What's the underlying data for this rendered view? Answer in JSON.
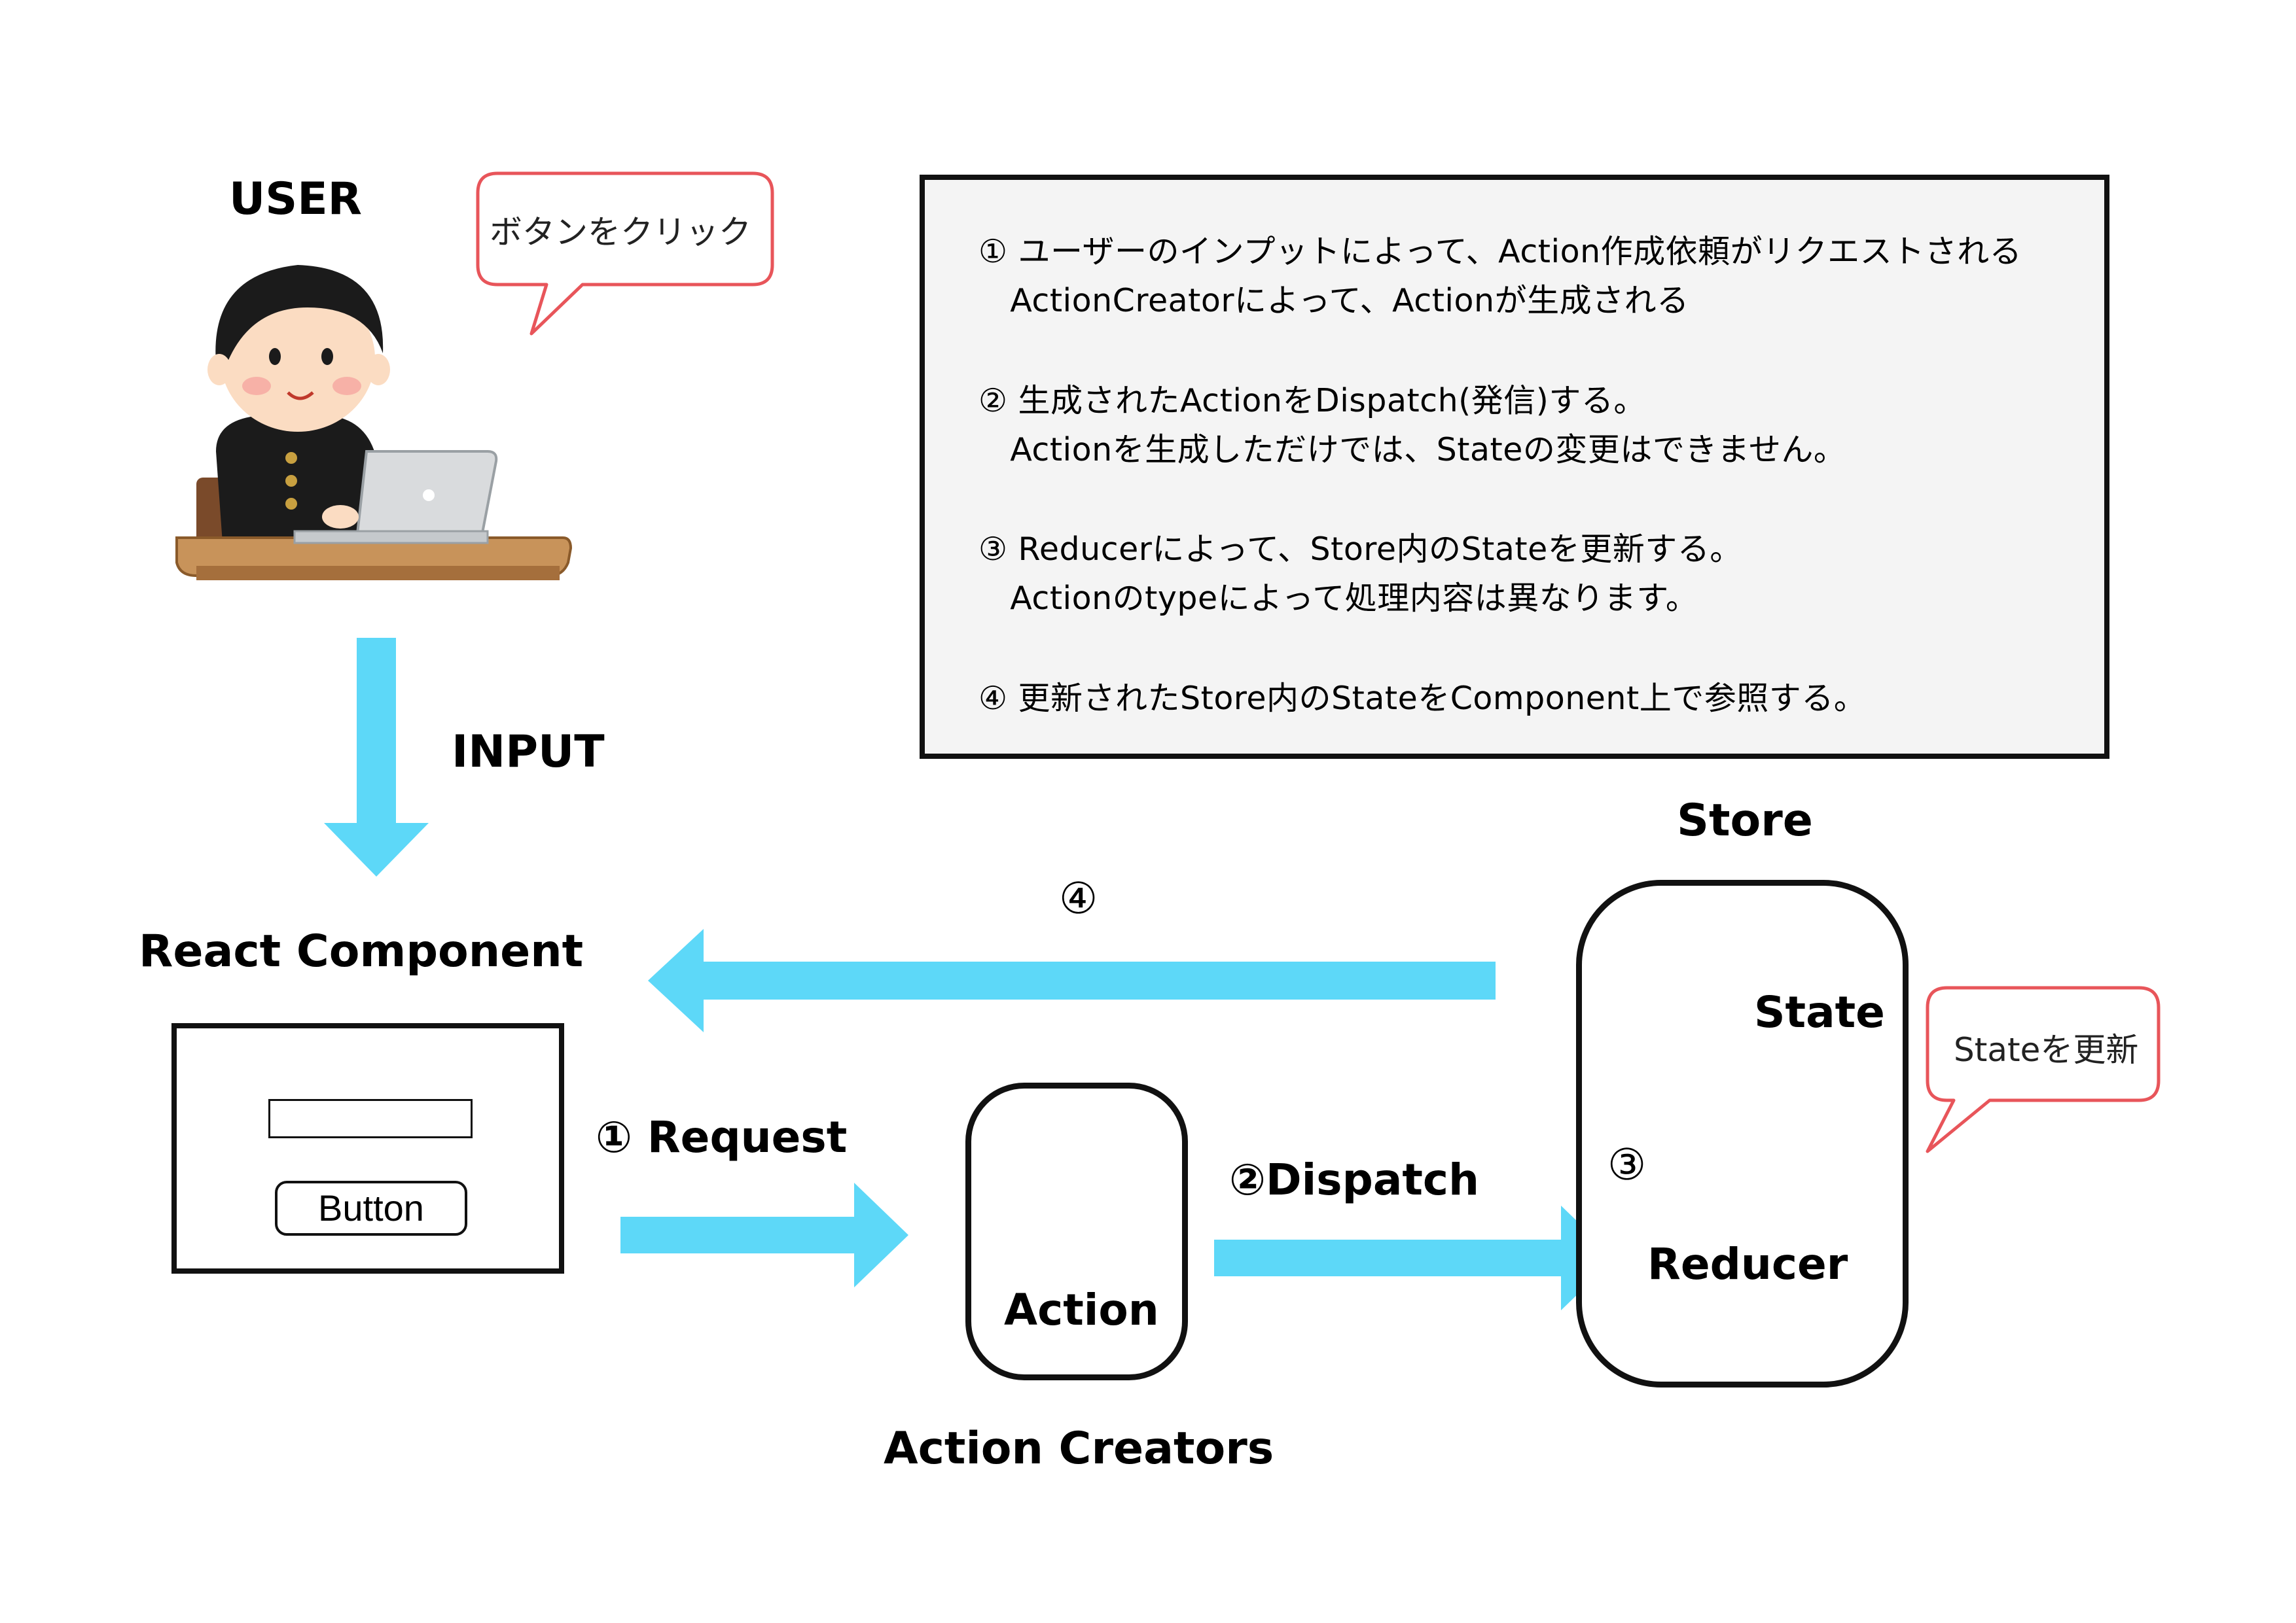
{
  "user": {
    "title": "USER",
    "speech": "ボタンをクリック"
  },
  "input_label": "INPUT",
  "notes": {
    "lines": [
      "① ユーザーのインプットによって、Action作成依頼がリクエストされる",
      "   ActionCreatorによって、Actionが生成される",
      "② 生成されたActionをDispatch(発信)する。",
      "   Actionを生成しただけでは、Stateの変更はできません。",
      "③ Reducerによって、Store内のStateを更新する。",
      "   Actionのtypeによって処理内容は異なります。",
      "④ 更新されたStore内のStateをComponent上で参照する。"
    ]
  },
  "component": {
    "title": "React Component",
    "button_label": "Button"
  },
  "request_label": "① Request",
  "dispatch_label": "②Dispatch",
  "action": {
    "label": "Action",
    "group_title": "Action Creators"
  },
  "store": {
    "title": "Store",
    "state_label": "State",
    "reducer_label": "Reducer",
    "step3": "③",
    "speech": "Stateを更新"
  },
  "step4": "④",
  "colors": {
    "arrow": "#5dd8f8",
    "border": "#111111",
    "bubble_border": "#e8555a",
    "notes_bg": "#f4f4f4"
  },
  "icons": {
    "user": "person-at-laptop-illustration",
    "action": "tap-hand-icon",
    "state": "database-icon",
    "reducer": "refresh-icon"
  }
}
